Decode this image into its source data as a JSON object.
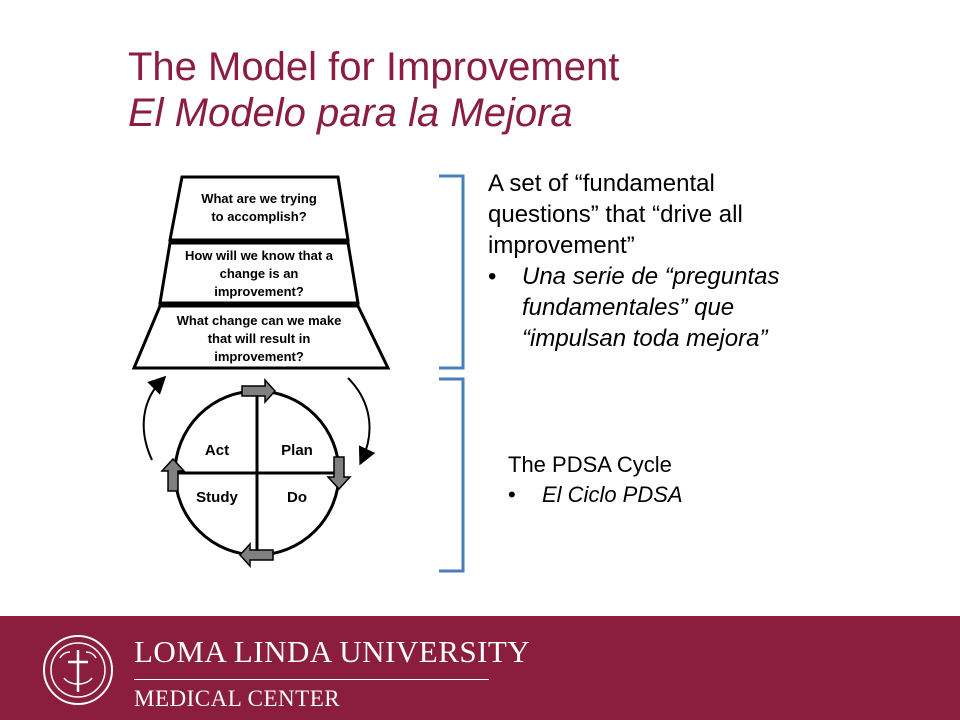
{
  "slide": {
    "title": "The Model for Improvement",
    "subtitle": "El Modelo para la Mejora"
  },
  "diagram": {
    "questions": [
      [
        "What are we trying",
        "to accomplish?"
      ],
      [
        "How will we know that a",
        "change is an",
        "improvement?"
      ],
      [
        "What change can we make",
        "that will result in",
        "improvement?"
      ]
    ],
    "cycle": {
      "act": "Act",
      "plan": "Plan",
      "study": "Study",
      "do": "Do"
    }
  },
  "section1": {
    "text_lines": [
      "A set of “fundamental",
      "questions” that “drive all",
      "improvement”"
    ],
    "bullet_symbol": "•",
    "bullet_lines": [
      "Una serie de “preguntas",
      "fundamentales” que",
      "“impulsan toda mejora”"
    ]
  },
  "section2": {
    "heading": "The PDSA Cycle",
    "bullet_symbol": "•",
    "bullet": "El Ciclo PDSA"
  },
  "footer": {
    "university": "LOMA LINDA UNIVERSITY",
    "center": "MEDICAL CENTER"
  },
  "colors": {
    "brand": "#8b1d3f",
    "bracket": "#4a7ebb"
  }
}
